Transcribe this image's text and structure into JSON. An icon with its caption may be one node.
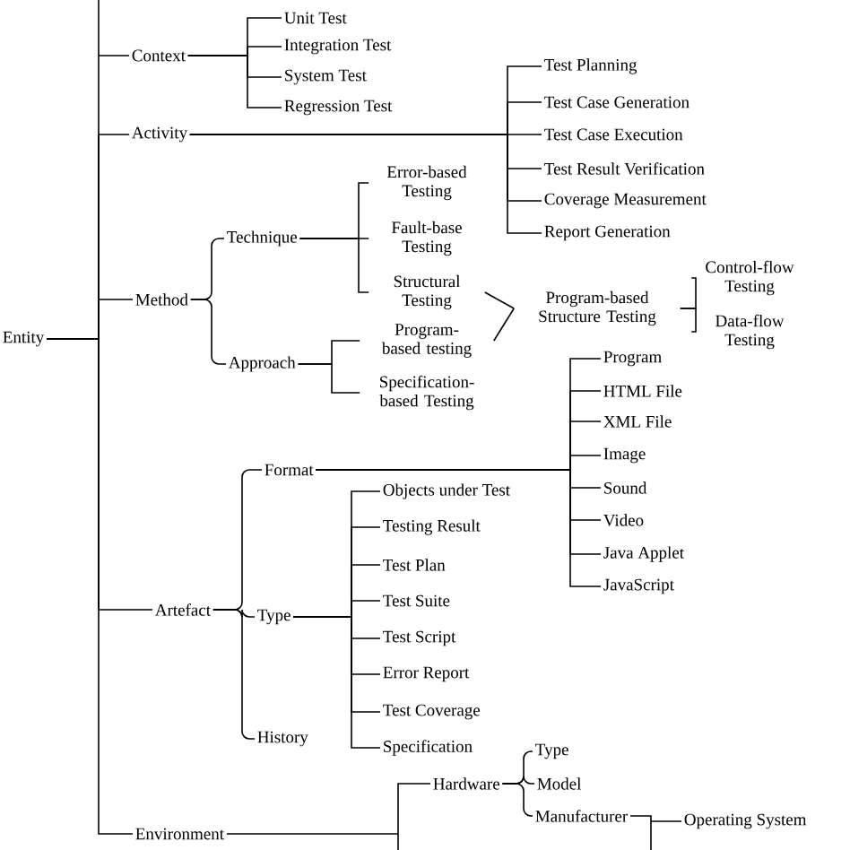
{
  "diagram": {
    "nodes": [
      {
        "text": [
          "Entity"
        ]
      },
      {
        "text": [
          "Context"
        ]
      },
      {
        "text": [
          "Unit Test"
        ]
      },
      {
        "text": [
          "Integration Test"
        ]
      },
      {
        "text": [
          "System Test"
        ]
      },
      {
        "text": [
          "Regression Test"
        ]
      },
      {
        "text": [
          "Activity"
        ]
      },
      {
        "text": [
          "Test Planning"
        ]
      },
      {
        "text": [
          "Test Case Generation"
        ]
      },
      {
        "text": [
          "Test Case Execution"
        ]
      },
      {
        "text": [
          "Test Result Verification"
        ]
      },
      {
        "text": [
          "Coverage Measurement"
        ]
      },
      {
        "text": [
          "Report Generation"
        ]
      },
      {
        "text": [
          "Method"
        ]
      },
      {
        "text": [
          "Technique"
        ]
      },
      {
        "text": [
          "Error-based Testing"
        ]
      },
      {
        "text": [
          "Fault-base Testing"
        ]
      },
      {
        "text": [
          "Structural Testing"
        ]
      },
      {
        "text": [
          "Approach"
        ]
      },
      {
        "text": [
          "Program-based testing"
        ]
      },
      {
        "text": [
          "Specification-based Testing"
        ]
      },
      {
        "text": [
          "Program-based Structure Testing"
        ]
      },
      {
        "text": [
          "Control-flow Testing"
        ]
      },
      {
        "text": [
          "Data-flow Testing"
        ]
      },
      {
        "text": [
          "Artefact"
        ]
      },
      {
        "text": [
          "Format"
        ]
      },
      {
        "text": [
          "Program"
        ]
      },
      {
        "text": [
          "HTML File"
        ]
      },
      {
        "text": [
          "XML File"
        ]
      },
      {
        "text": [
          "Image"
        ]
      },
      {
        "text": [
          "Sound"
        ]
      },
      {
        "text": [
          "Video"
        ]
      },
      {
        "text": [
          "Java Applet"
        ]
      },
      {
        "text": [
          "JavaScript"
        ]
      },
      {
        "text": [
          "Type"
        ]
      },
      {
        "text": [
          "Objects under Test"
        ]
      },
      {
        "text": [
          "Testing Result"
        ]
      },
      {
        "text": [
          "Test Plan"
        ]
      },
      {
        "text": [
          "Test Suite"
        ]
      },
      {
        "text": [
          "Test Script"
        ]
      },
      {
        "text": [
          "Error Report"
        ]
      },
      {
        "text": [
          "Test Coverage"
        ]
      },
      {
        "text": [
          "Specification"
        ]
      },
      {
        "text": [
          "History"
        ]
      },
      {
        "text": [
          "Environment"
        ]
      },
      {
        "text": [
          "Hardware"
        ]
      },
      {
        "text": [
          "Type"
        ]
      },
      {
        "text": [
          "Model"
        ]
      },
      {
        "text": [
          "Manufacturer"
        ]
      },
      {
        "text": [
          "Operating System"
        ]
      }
    ],
    "edges": [
      {
        "from": 0,
        "to": 1,
        "arrow": "none"
      },
      {
        "from": 0,
        "to": 6,
        "arrow": "none"
      },
      {
        "from": 0,
        "to": 13,
        "arrow": "none"
      },
      {
        "from": 0,
        "to": 24,
        "arrow": "none"
      },
      {
        "from": 0,
        "to": 44,
        "arrow": "none"
      },
      {
        "from": 1,
        "to": 2,
        "arrow": "none"
      },
      {
        "from": 1,
        "to": 3,
        "arrow": "none"
      },
      {
        "from": 1,
        "to": 4,
        "arrow": "none"
      },
      {
        "from": 1,
        "to": 5,
        "arrow": "none"
      },
      {
        "from": 6,
        "to": 7,
        "arrow": "none"
      },
      {
        "from": 6,
        "to": 8,
        "arrow": "none"
      },
      {
        "from": 6,
        "to": 9,
        "arrow": "none"
      },
      {
        "from": 6,
        "to": 10,
        "arrow": "none"
      },
      {
        "from": 6,
        "to": 11,
        "arrow": "none"
      },
      {
        "from": 6,
        "to": 12,
        "arrow": "none"
      },
      {
        "from": 13,
        "to": 14,
        "arrow": "none"
      },
      {
        "from": 13,
        "to": 18,
        "arrow": "none"
      },
      {
        "from": 14,
        "to": 15,
        "arrow": "none"
      },
      {
        "from": 14,
        "to": 16,
        "arrow": "none"
      },
      {
        "from": 14,
        "to": 17,
        "arrow": "none"
      },
      {
        "from": 18,
        "to": 19,
        "arrow": "none"
      },
      {
        "from": 18,
        "to": 20,
        "arrow": "none"
      },
      {
        "from": 17,
        "to": 21,
        "arrow": "none"
      },
      {
        "from": 19,
        "to": 21,
        "arrow": "none"
      },
      {
        "from": 21,
        "to": 22,
        "arrow": "none"
      },
      {
        "from": 21,
        "to": 23,
        "arrow": "none"
      },
      {
        "from": 24,
        "to": 25,
        "arrow": "none"
      },
      {
        "from": 24,
        "to": 34,
        "arrow": "none"
      },
      {
        "from": 24,
        "to": 43,
        "arrow": "none"
      },
      {
        "from": 25,
        "to": 26,
        "arrow": "none"
      },
      {
        "from": 25,
        "to": 27,
        "arrow": "none"
      },
      {
        "from": 25,
        "to": 28,
        "arrow": "none"
      },
      {
        "from": 25,
        "to": 29,
        "arrow": "none"
      },
      {
        "from": 25,
        "to": 30,
        "arrow": "none"
      },
      {
        "from": 25,
        "to": 31,
        "arrow": "none"
      },
      {
        "from": 25,
        "to": 32,
        "arrow": "none"
      },
      {
        "from": 25,
        "to": 33,
        "arrow": "none"
      },
      {
        "from": 34,
        "to": 35,
        "arrow": "none"
      },
      {
        "from": 34,
        "to": 36,
        "arrow": "none"
      },
      {
        "from": 34,
        "to": 37,
        "arrow": "none"
      },
      {
        "from": 34,
        "to": 38,
        "arrow": "none"
      },
      {
        "from": 34,
        "to": 39,
        "arrow": "none"
      },
      {
        "from": 34,
        "to": 40,
        "arrow": "none"
      },
      {
        "from": 34,
        "to": 41,
        "arrow": "none"
      },
      {
        "from": 34,
        "to": 42,
        "arrow": "none"
      },
      {
        "from": 44,
        "to": 45,
        "arrow": "none"
      },
      {
        "from": 45,
        "to": 46,
        "arrow": "none"
      },
      {
        "from": 45,
        "to": 47,
        "arrow": "none"
      },
      {
        "from": 45,
        "to": 48,
        "arrow": "none"
      },
      {
        "from": 48,
        "to": 49,
        "arrow": "none"
      }
    ]
  }
}
